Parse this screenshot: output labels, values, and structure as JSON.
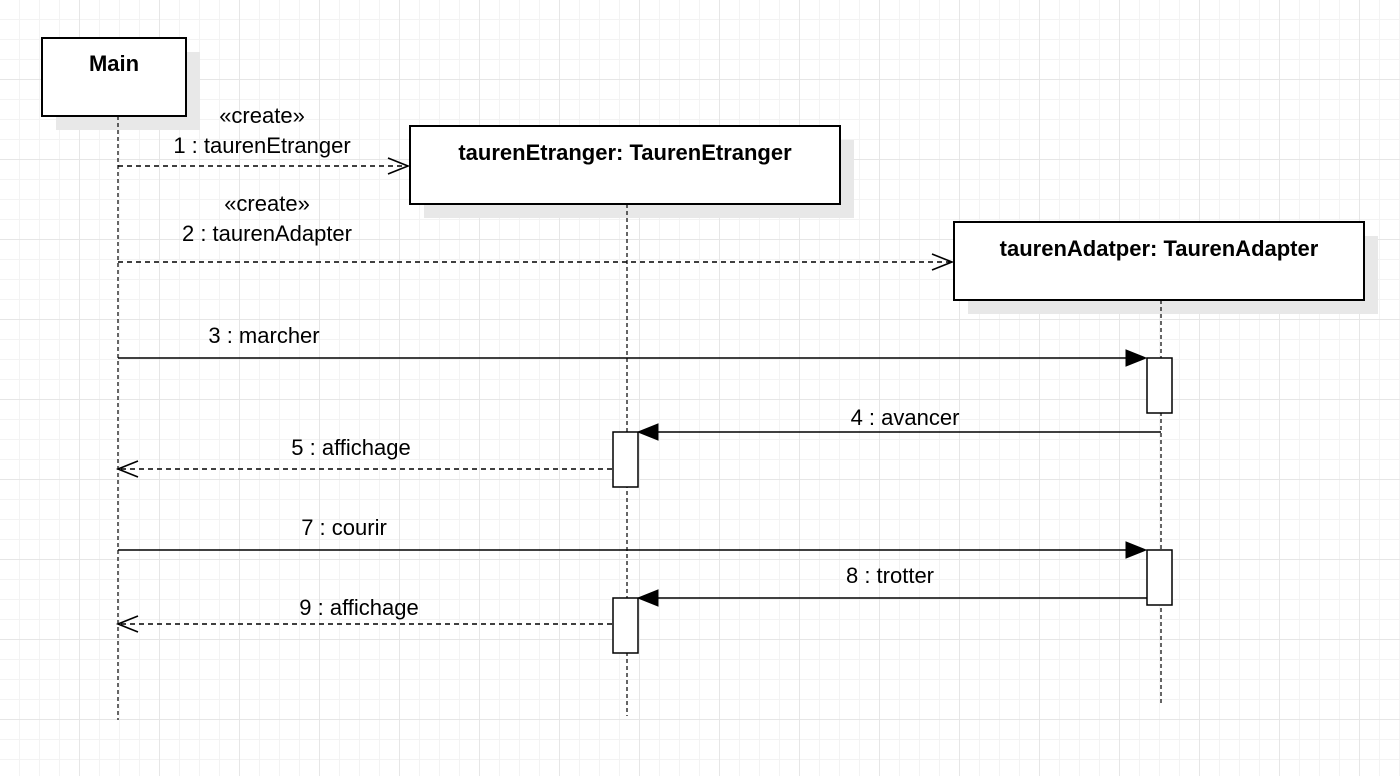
{
  "participants": {
    "main": "Main",
    "etranger": "taurenEtranger: TaurenEtranger",
    "adapter": "taurenAdatper: TaurenAdapter"
  },
  "messages": {
    "m1_stereotype": "«create»",
    "m1": "1 : taurenEtranger",
    "m2_stereotype": "«create»",
    "m2": "2 : taurenAdapter",
    "m3": "3 : marcher",
    "m4": "4 : avancer",
    "m5": "5 : affichage",
    "m7": "7 : courir",
    "m8": "8 : trotter",
    "m9": "9 : affichage"
  }
}
